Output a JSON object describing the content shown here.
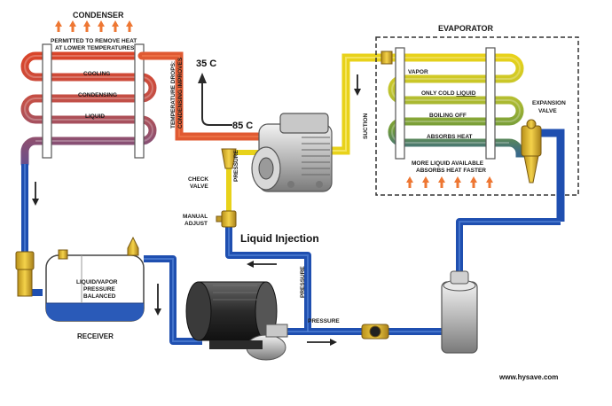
{
  "condenser": {
    "title": "CONDENSER",
    "note_line1": "PERMITTED TO REMOVE HEAT",
    "note_line2": "AT LOWER TEMPERATURES",
    "band_cooling": "COOLING",
    "band_condensing": "CONDENSING",
    "band_liquid": "LIQUID"
  },
  "temperature_note": {
    "line1": "TEMPERATURE DROPS:",
    "line2": "CONDENSING IMPROVES"
  },
  "temp_low": "35 C",
  "temp_high": "85 C",
  "evaporator": {
    "title": "EVAPORATOR",
    "band_vapor": "VAPOR",
    "band_only_cold_prefix": "ONLY COLD ",
    "band_only_cold_word": "LIQUID",
    "band_boiling": "BOILING OFF",
    "band_absorbs": "ABSORBS HEAT",
    "note_line1": "MORE LIQUID AVAILABLE",
    "note_line2": "ABSORBS HEAT FASTER"
  },
  "expansion_valve": {
    "line1": "EXPANSION",
    "line2": "VALVE"
  },
  "suction_label": "SUCTION",
  "pressure_label_check": "PRESSURE",
  "pressure_label_vertical": "PRESSURE",
  "pressure_label_horizontal": "PRESSURE",
  "check_valve": {
    "line1": "CHECK",
    "line2": "VALVE"
  },
  "manual_adjust": {
    "line1": "MANUAL",
    "line2": "ADJUST"
  },
  "liquid_injection": "Liquid Injection",
  "receiver": {
    "title": "RECEIVER",
    "line1": "LIQUID/VAPOR",
    "line2": "PRESSURE",
    "line3": "BALANCED"
  },
  "website": "www.hysave.com",
  "colors": {
    "hot_red": "#d9452a",
    "warm_orange": "#e8683a",
    "blue_line": "#1f4fb0",
    "yellow_line": "#e8d21a",
    "green_coil": "#7fa23a",
    "purple_coil": "#7a4a8a",
    "liquid_fill": "#2a5ab8",
    "arrow_orange": "#ee7733"
  }
}
